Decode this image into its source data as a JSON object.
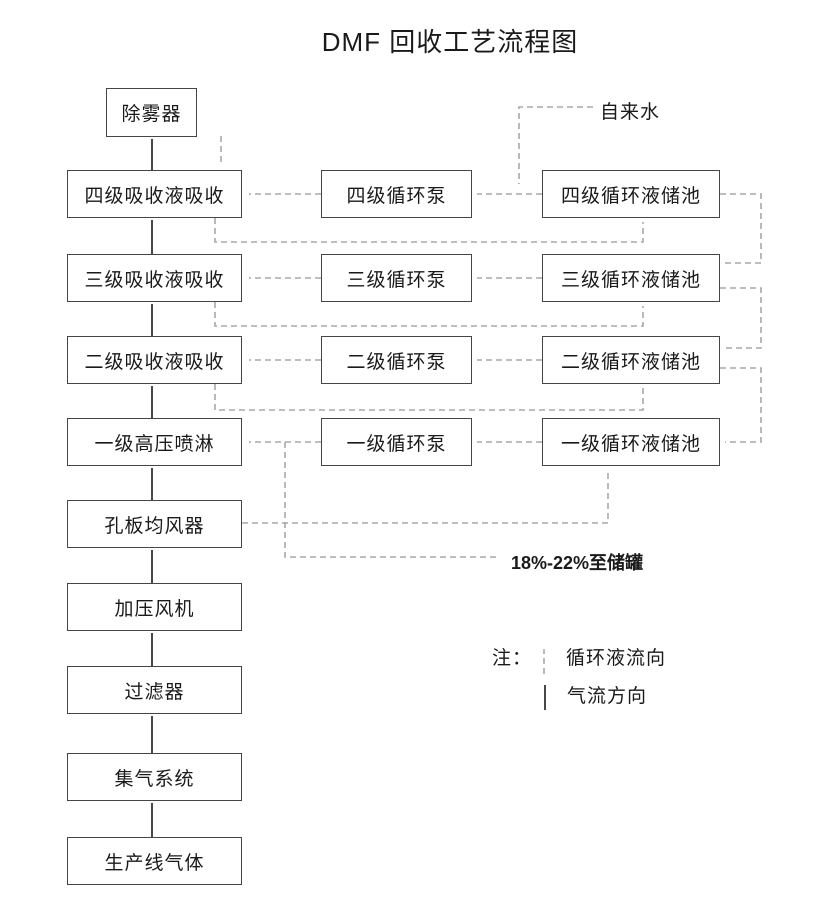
{
  "title": "DMF 回收工艺流程图",
  "gas_path_nodes": [
    {
      "id": "demister",
      "label": "除雾器"
    },
    {
      "id": "stage4-absorber",
      "label": "四级吸收液吸收"
    },
    {
      "id": "stage3-absorber",
      "label": "三级吸收液吸收"
    },
    {
      "id": "stage2-absorber",
      "label": "二级吸收液吸收"
    },
    {
      "id": "stage1-high-pressure-spray",
      "label": "一级高压喷淋"
    },
    {
      "id": "orifice-air-distributor",
      "label": "孔板均风器"
    },
    {
      "id": "pressurizing-fan",
      "label": "加压风机"
    },
    {
      "id": "filter",
      "label": "过滤器"
    },
    {
      "id": "gas-collection-system",
      "label": "集气系统"
    },
    {
      "id": "production-line-gas",
      "label": "生产线气体"
    }
  ],
  "pumps": [
    "四级循环泵",
    "三级循环泵",
    "二级循环泵",
    "一级循环泵"
  ],
  "pools": [
    "四级循环液储池",
    "三级循环液储池",
    "二级循环液储池",
    "一级循环液储池"
  ],
  "annotations": {
    "tap_water": "自来水",
    "to_storage_tank": "18%-22%至储罐"
  },
  "legend": {
    "note": "注：",
    "dashed_item": "循环液流向",
    "solid_item": "气流方向"
  },
  "colors": {
    "dashed_line": "#a8a8a8",
    "solid_line": "#1a1a1a",
    "box_border": "#454545",
    "background": "#ffffff"
  }
}
